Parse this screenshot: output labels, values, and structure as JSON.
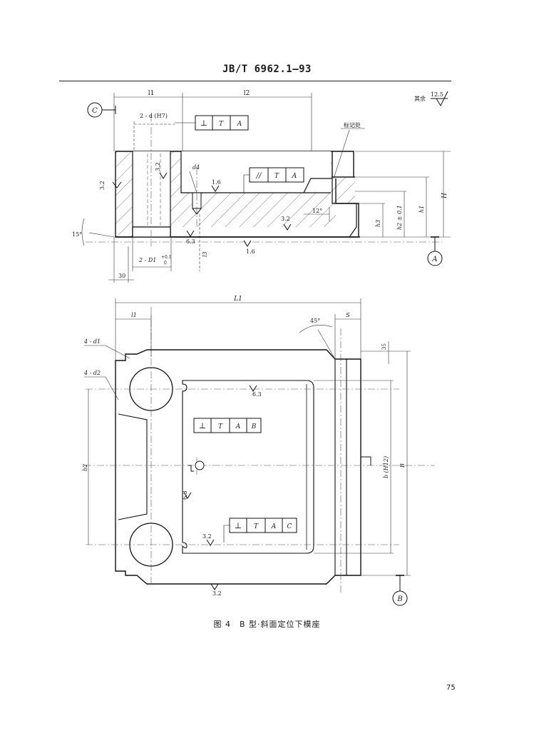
{
  "header": {
    "standard_code": "JB/T 6962.1—93"
  },
  "figure": {
    "caption": "图 4　B 型·斜面定位下模座"
  },
  "page_number": "75",
  "top_view": {
    "roughness_note": "其余",
    "roughness_value": "12.5",
    "datum_c": "C",
    "datum_a": "A",
    "dims": {
      "l1": "l1",
      "l2": "l2",
      "d_h7": "2 - d (H7)",
      "d4": "d4",
      "d1": "2 - D1",
      "d1_tol": "+0.1",
      "d1_tol2": "0",
      "h": "H",
      "h1": "h1",
      "h2": "h2 ± 0.1",
      "h3": "h3",
      "dim30": "30",
      "angle15": "15°",
      "angle12": "12°",
      "mark_label": "标记处",
      "dim_l3": "l3"
    },
    "roughness": {
      "r32a": "3.2",
      "r16a": "1.6",
      "r32b": "3.2",
      "r63": "6.3",
      "r16b": "1.6",
      "r32c": "3.2"
    },
    "fcf1": {
      "symbol": "⊥",
      "datums": [
        "T",
        "A"
      ]
    },
    "fcf2": {
      "symbol": "//",
      "datums": [
        "T",
        "A"
      ]
    }
  },
  "plan_view": {
    "datum_b": "B",
    "dims": {
      "l3": "L1",
      "l4": "l1",
      "s": "S",
      "angle45": "45°",
      "d4_1": "4 - d1",
      "d4_2": "4 - d2",
      "b2": "b2",
      "b_h12": "b (H12)",
      "b": "B",
      "dim35": "35"
    },
    "roughness": {
      "r63": "6.3",
      "r32a": "6.3",
      "r32b": "3.2",
      "r32c": "3.2"
    },
    "fcf3": {
      "symbol": "⊥",
      "datums": [
        "T",
        "A",
        "B"
      ]
    },
    "fcf4": {
      "symbol": "⊥",
      "datums": [
        "T",
        "A",
        "C"
      ]
    }
  }
}
